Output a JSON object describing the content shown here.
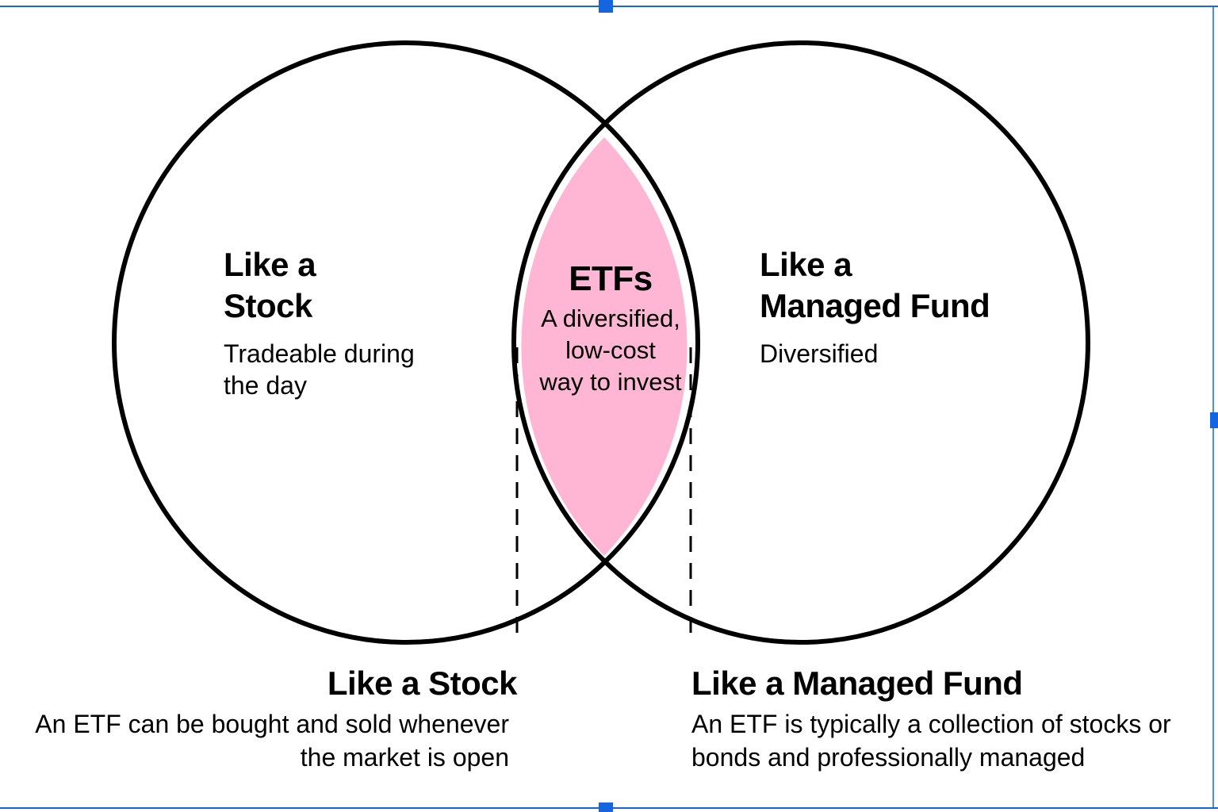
{
  "diagram": {
    "left_circle": {
      "title": "Like a Stock",
      "title_line1": "Like a",
      "title_line2": "Stock",
      "description": "Tradeable during the day",
      "description_line1": "Tradeable during",
      "description_line2": "the day"
    },
    "right_circle": {
      "title_line1": "Like a",
      "title_line2": "Managed Fund",
      "description": "Diversified"
    },
    "intersection": {
      "title": "ETFs",
      "description_line1": "A diversified,",
      "description_line2": "low-cost",
      "description_line3": "way to invest"
    },
    "bottom_left": {
      "title": "Like a Stock",
      "description_line1": "An ETF can be bought and sold whenever",
      "description_line2": "the market is open"
    },
    "bottom_right": {
      "title": "Like a Managed Fund",
      "description_line1": "An ETF is typically a collection of stocks or",
      "description_line2": "bonds and professionally managed"
    },
    "colors": {
      "intersection_fill": "#ffb6d4",
      "outline": "#000000",
      "selection_handles": "#1565e0"
    }
  }
}
